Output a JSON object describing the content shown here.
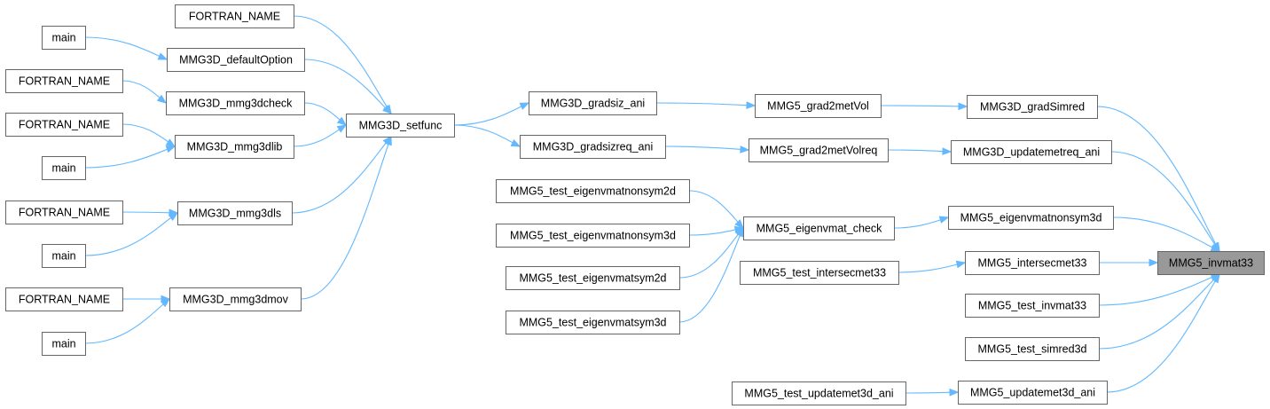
{
  "nodes": [
    {
      "id": "n0",
      "label": "FORTRAN_NAME"
    },
    {
      "id": "n1",
      "label": "main"
    },
    {
      "id": "n2",
      "label": "MMG3D_defaultOption"
    },
    {
      "id": "n3",
      "label": "FORTRAN_NAME"
    },
    {
      "id": "n4",
      "label": "MMG3D_mmg3dcheck"
    },
    {
      "id": "n5",
      "label": "FORTRAN_NAME"
    },
    {
      "id": "n6",
      "label": "MMG3D_mmg3dlib"
    },
    {
      "id": "n7",
      "label": "main"
    },
    {
      "id": "n8",
      "label": "FORTRAN_NAME"
    },
    {
      "id": "n9",
      "label": "MMG3D_mmg3dls"
    },
    {
      "id": "n10",
      "label": "main"
    },
    {
      "id": "n11",
      "label": "FORTRAN_NAME"
    },
    {
      "id": "n12",
      "label": "MMG3D_mmg3dmov"
    },
    {
      "id": "n13",
      "label": "main"
    },
    {
      "id": "n14",
      "label": "MMG3D_setfunc"
    },
    {
      "id": "n15",
      "label": "MMG3D_gradsiz_ani"
    },
    {
      "id": "n16",
      "label": "MMG3D_gradsizreq_ani"
    },
    {
      "id": "n17",
      "label": "MMG5_test_eigenvmatnonsym2d"
    },
    {
      "id": "n18",
      "label": "MMG5_test_eigenvmatnonsym3d"
    },
    {
      "id": "n19",
      "label": "MMG5_test_eigenvmatsym2d"
    },
    {
      "id": "n20",
      "label": "MMG5_test_eigenvmatsym3d"
    },
    {
      "id": "n21",
      "label": "MMG5_grad2metVol"
    },
    {
      "id": "n22",
      "label": "MMG5_grad2metVolreq"
    },
    {
      "id": "n23",
      "label": "MMG5_eigenvmat_check"
    },
    {
      "id": "n24",
      "label": "MMG5_test_intersecmet33"
    },
    {
      "id": "n25",
      "label": "MMG5_test_updatemet3d_ani"
    },
    {
      "id": "n26",
      "label": "MMG3D_gradSimred"
    },
    {
      "id": "n27",
      "label": "MMG3D_updatemetreq_ani"
    },
    {
      "id": "n28",
      "label": "MMG5_eigenvmatnonsym3d"
    },
    {
      "id": "n29",
      "label": "MMG5_intersecmet33"
    },
    {
      "id": "n30",
      "label": "MMG5_test_invmat33"
    },
    {
      "id": "n31",
      "label": "MMG5_test_simred3d"
    },
    {
      "id": "n32",
      "label": "MMG5_updatemet3d_ani"
    },
    {
      "id": "n33",
      "label": "MMG5_invmat33",
      "highlight": true
    }
  ],
  "edges": [
    [
      "n0",
      "n14"
    ],
    [
      "n1",
      "n2"
    ],
    [
      "n2",
      "n14"
    ],
    [
      "n3",
      "n4"
    ],
    [
      "n4",
      "n14"
    ],
    [
      "n5",
      "n6"
    ],
    [
      "n7",
      "n6"
    ],
    [
      "n6",
      "n14"
    ],
    [
      "n8",
      "n9"
    ],
    [
      "n10",
      "n9"
    ],
    [
      "n9",
      "n14"
    ],
    [
      "n11",
      "n12"
    ],
    [
      "n13",
      "n12"
    ],
    [
      "n12",
      "n14"
    ],
    [
      "n14",
      "n15"
    ],
    [
      "n14",
      "n16"
    ],
    [
      "n15",
      "n21"
    ],
    [
      "n16",
      "n22"
    ],
    [
      "n21",
      "n26"
    ],
    [
      "n22",
      "n27"
    ],
    [
      "n17",
      "n23"
    ],
    [
      "n18",
      "n23"
    ],
    [
      "n19",
      "n23"
    ],
    [
      "n20",
      "n23"
    ],
    [
      "n23",
      "n28"
    ],
    [
      "n24",
      "n29"
    ],
    [
      "n25",
      "n32"
    ],
    [
      "n26",
      "n33"
    ],
    [
      "n27",
      "n33"
    ],
    [
      "n28",
      "n33"
    ],
    [
      "n29",
      "n33"
    ],
    [
      "n30",
      "n33"
    ],
    [
      "n31",
      "n33"
    ],
    [
      "n32",
      "n33"
    ]
  ],
  "colors": {
    "edge": "#63b8ff",
    "node_border": "#666666",
    "node_fill": "#ffffff",
    "highlight_fill": "#999999"
  }
}
